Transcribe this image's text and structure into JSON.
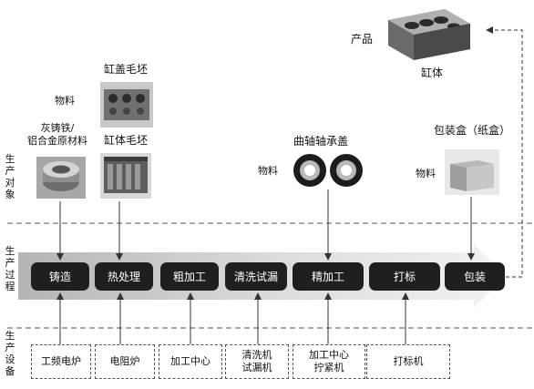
{
  "rows": {
    "objects": "生产对象",
    "process": "生产过程",
    "equipment": "生产设备"
  },
  "materials": {
    "material_label_1": "物料",
    "raw_material_label": "灰铸铁/\n铝合金原材料",
    "cylinder_head_blank": "缸盖毛坯",
    "cylinder_block_blank": "缸体毛坯",
    "material_label_2": "物料",
    "crankshaft_bearing": "曲轴轴承盖",
    "material_label_3": "物料",
    "packaging_box": "包装盒（纸盒）"
  },
  "product": {
    "label": "产品",
    "name": "缸体"
  },
  "processes": [
    "铸造",
    "热处理",
    "粗加工",
    "清洗试漏",
    "精加工",
    "打标",
    "包装"
  ],
  "equipment": [
    "工频电炉",
    "电阻炉",
    "加工中心",
    "清洗机\n试漏机",
    "加工中心\n拧紧机",
    "打标机"
  ],
  "icons": {
    "raw": "metal-ring-icon",
    "head": "cylinder-head-icon",
    "block": "engine-block-icon",
    "bearing": "bearing-icon",
    "box": "carton-box-icon",
    "product": "engine-block-product-icon"
  }
}
